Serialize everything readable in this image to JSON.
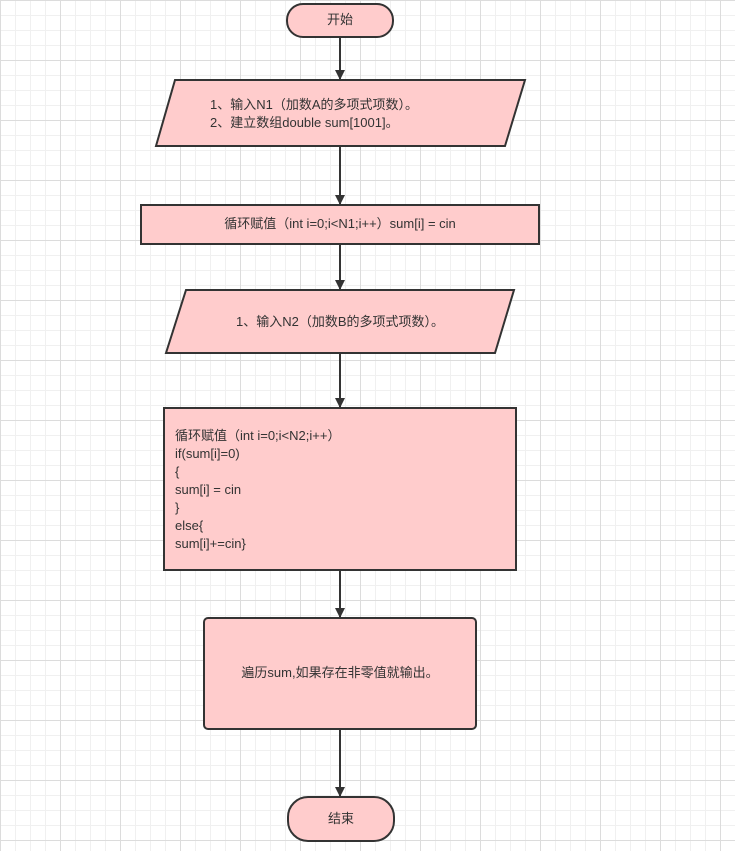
{
  "colors": {
    "node_fill": "#ffcccc",
    "node_stroke": "#333333",
    "edge": "#333333",
    "text": "#333333"
  },
  "nodes": {
    "start": {
      "label": "开始"
    },
    "input_n1": {
      "line1": "1、输入N1（加数A的多项式项数）。",
      "line2": "2、建立数组double sum[1001]。"
    },
    "loop_a": {
      "label": "循环赋值（int i=0;i<N1;i++）sum[i] = cin"
    },
    "input_n2": {
      "label": "1、输入N2（加数B的多项式项数）。"
    },
    "loop_b": {
      "lines": [
        "循环赋值（int i=0;i<N2;i++）",
        "if(sum[i]=0)",
        "{",
        "sum[i] = cin",
        "}",
        "else{",
        "sum[i]+=cin}"
      ]
    },
    "output": {
      "label": "遍历sum,如果存在非零值就输出。"
    },
    "end": {
      "label": "结束"
    }
  }
}
